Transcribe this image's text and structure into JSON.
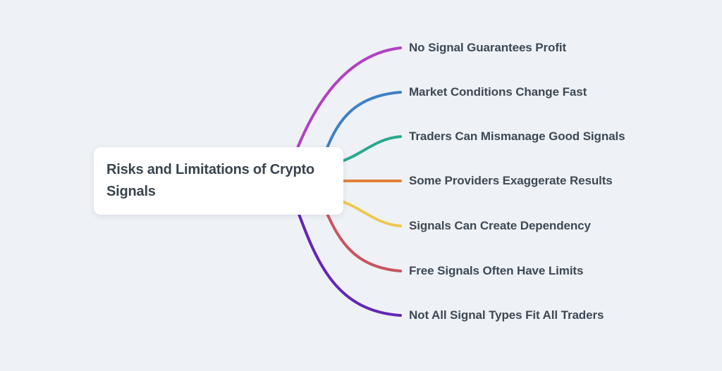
{
  "canvas": {
    "background_color": "#eef1f6"
  },
  "root": {
    "label": "Risks and Limitations of Crypto Signals",
    "background_color": "#ffffff",
    "text_color": "#3a444e"
  },
  "branches": [
    {
      "label": "No Signal Guarantees Profit",
      "color": "#b240c4"
    },
    {
      "label": "Market Conditions Change Fast",
      "color": "#3e80c4"
    },
    {
      "label": "Traders Can Mismanage Good Signals",
      "color": "#2ba88e"
    },
    {
      "label": "Some Providers Exaggerate Results",
      "color": "#e2813d"
    },
    {
      "label": "Signals Can Create Dependency",
      "color": "#ecc94d"
    },
    {
      "label": "Free Signals Often Have Limits",
      "color": "#c9535e"
    },
    {
      "label": "Not All Signal Types Fit All Traders",
      "color": "#6426b5"
    }
  ]
}
